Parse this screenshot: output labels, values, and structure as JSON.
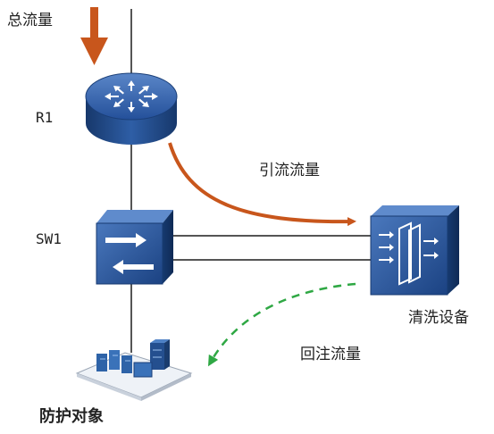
{
  "labels": {
    "total_traffic": "总流量",
    "router": "R1",
    "switch": "SW1",
    "diverted_traffic": "引流流量",
    "scrubbing_device": "清洗设备",
    "reinjected_traffic": "回注流量",
    "protected_object": "防护对象"
  },
  "colors": {
    "traffic_arrow": "#c8561c",
    "reinject_arrow": "#2fa844",
    "device_blue": "#1f4f8f",
    "line": "#555555"
  },
  "icons": {
    "router": "router-icon",
    "switch": "switch-icon",
    "scrubbing_device": "scrubbing-device-icon",
    "protected_object": "server-cluster-icon"
  }
}
